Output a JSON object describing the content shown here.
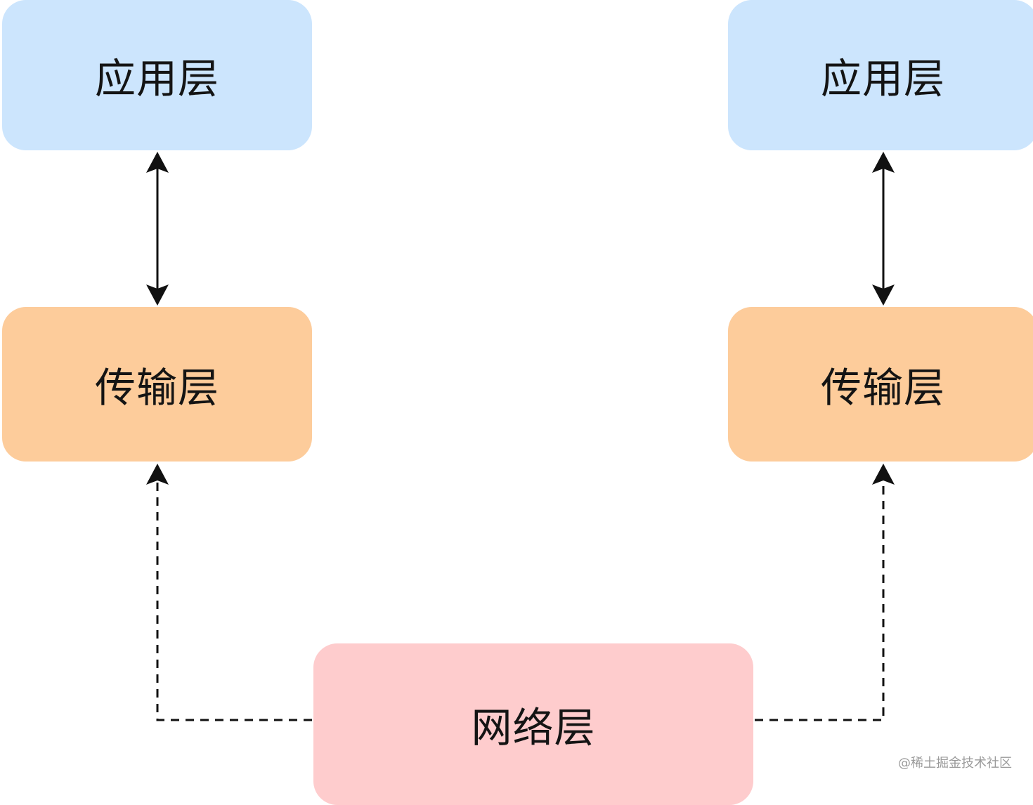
{
  "diagram": {
    "nodes": {
      "app_left": {
        "label": "应用层"
      },
      "app_right": {
        "label": "应用层"
      },
      "transport_left": {
        "label": "传输层"
      },
      "transport_right": {
        "label": "传输层"
      },
      "network": {
        "label": "网络层"
      }
    },
    "colors": {
      "application": "#cce5fd",
      "transport": "#fdcc9b",
      "network": "#fecccd",
      "edge": "#111111"
    },
    "edges": [
      {
        "from": "app_left",
        "to": "transport_left",
        "style": "solid",
        "direction": "both"
      },
      {
        "from": "app_right",
        "to": "transport_right",
        "style": "solid",
        "direction": "both"
      },
      {
        "from": "network",
        "to": "transport_left",
        "style": "dashed",
        "direction": "forward"
      },
      {
        "from": "network",
        "to": "transport_right",
        "style": "dashed",
        "direction": "forward"
      }
    ]
  },
  "watermark": "@稀土掘金技术社区"
}
